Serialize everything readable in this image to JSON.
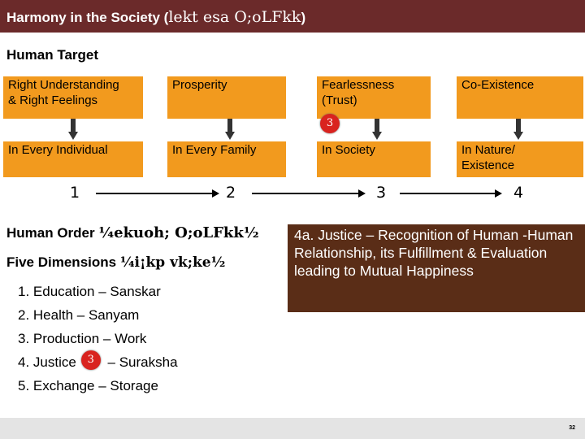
{
  "header": {
    "title": "Harmony in the Society (",
    "title_hindi": "lekt esa O;oLFkk",
    "title_end": ")",
    "accent_color": "#6b2a2a"
  },
  "subtitle": "Human Target",
  "targets": [
    {
      "label": "Right Understanding\n& Right Feelings",
      "level": "In Every Individual",
      "number": "1"
    },
    {
      "label": "Prosperity",
      "level": "In Every Family",
      "number": "2"
    },
    {
      "label": "Fearlessness\n(Trust)",
      "level": "In Society",
      "number": "3"
    },
    {
      "label": "Co-Existence",
      "level": "In Nature/\nExistence",
      "number": "4"
    }
  ],
  "badges": {
    "trust_badge": "3",
    "justice_badge": "3"
  },
  "order": {
    "label": "Human Order ",
    "hindi": "¼ekuoh; O;oLFkk½"
  },
  "dimensions": {
    "label": "Five Dimensions ",
    "hindi": "¼i¡kp vk;ke½"
  },
  "dimension_items": [
    "1. Education – Sanskar",
    "2. Health – Sanyam",
    "3. Production – Work",
    "4. Justice",
    "5. Exchange – Storage"
  ],
  "justice_suffix": " – Suraksha",
  "callout": "4a. Justice – Recognition of Human -Human Relationship, its Fulfillment & Evaluation leading to Mutual Happiness",
  "footer": {
    "page_number": "32"
  },
  "colors": {
    "box": "#f29a1e",
    "callout": "#5a2d17",
    "badge": "#d9231f"
  }
}
